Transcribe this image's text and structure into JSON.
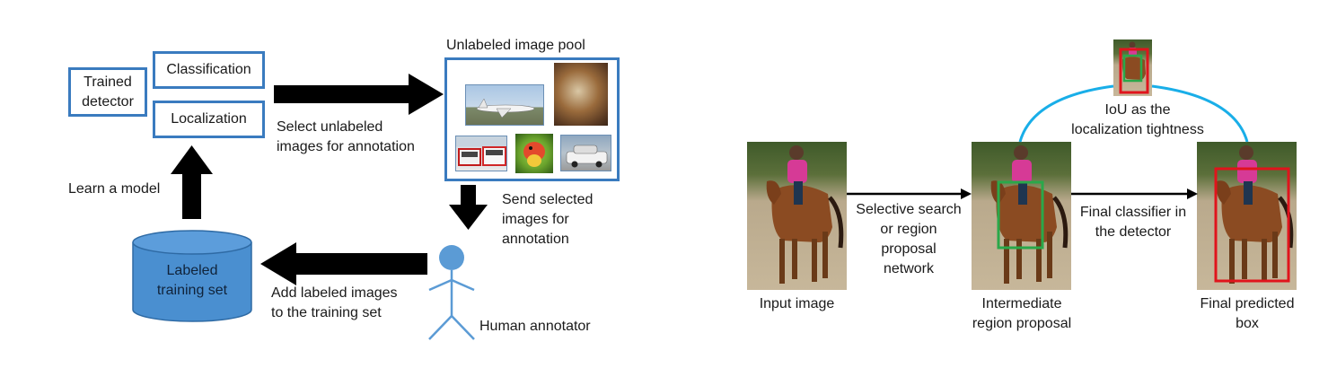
{
  "left_panel": {
    "trained_detector": "Trained\ndetector",
    "classification": "Classification",
    "localization": "Localization",
    "pool_title": "Unlabeled image pool",
    "select_label": "Select unlabeled\nimages for annotation",
    "learn_label": "Learn a model",
    "send_label": "Send selected\nimages for\nannotation",
    "labeled_set": "Labeled\ntraining set",
    "add_label": "Add labeled images\nto the training set",
    "annotator_label": "Human annotator"
  },
  "right_panel": {
    "input_image": "Input image",
    "selective_search": "Selective search\nor region\nproposal\nnetwork",
    "intermediate": "Intermediate\nregion proposal",
    "final_classifier": "Final classifier in\nthe detector",
    "final_box": "Final predicted\nbox",
    "iou_label": "IoU as the\nlocalization tightness"
  },
  "colors": {
    "box_blue": "#3a7bbf",
    "cylinder_fill": "#4a8fd0",
    "arc_cyan": "#19aee8",
    "proposal_green": "#2aa84a",
    "predicted_red": "#e0141c"
  }
}
